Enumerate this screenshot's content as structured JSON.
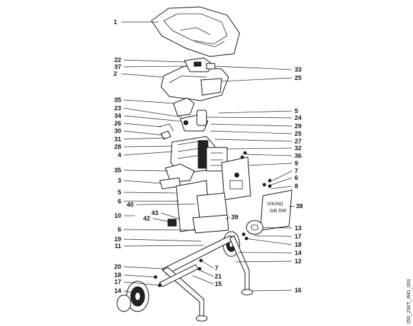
{
  "labels": [
    "1",
    "22",
    "37",
    "2",
    "33",
    "25",
    "35",
    "23",
    "34",
    "26",
    "30",
    "31",
    "28",
    "4",
    "5",
    "24",
    "29",
    "25",
    "27",
    "32",
    "36",
    "35",
    "3",
    "5",
    "6",
    "40",
    "43",
    "42",
    "10",
    "9",
    "7",
    "6",
    "8",
    "38",
    "39",
    "6",
    "19",
    "11",
    "13",
    "17",
    "18",
    "14",
    "20",
    "7",
    "21",
    "15",
    "12",
    "18",
    "17",
    "14",
    "16"
  ],
  "side_id": "250_23ET_IMG_003",
  "logo_text": "VIKING GB 35E",
  "colors": {
    "line": "#111111",
    "background": "#ffffff"
  }
}
